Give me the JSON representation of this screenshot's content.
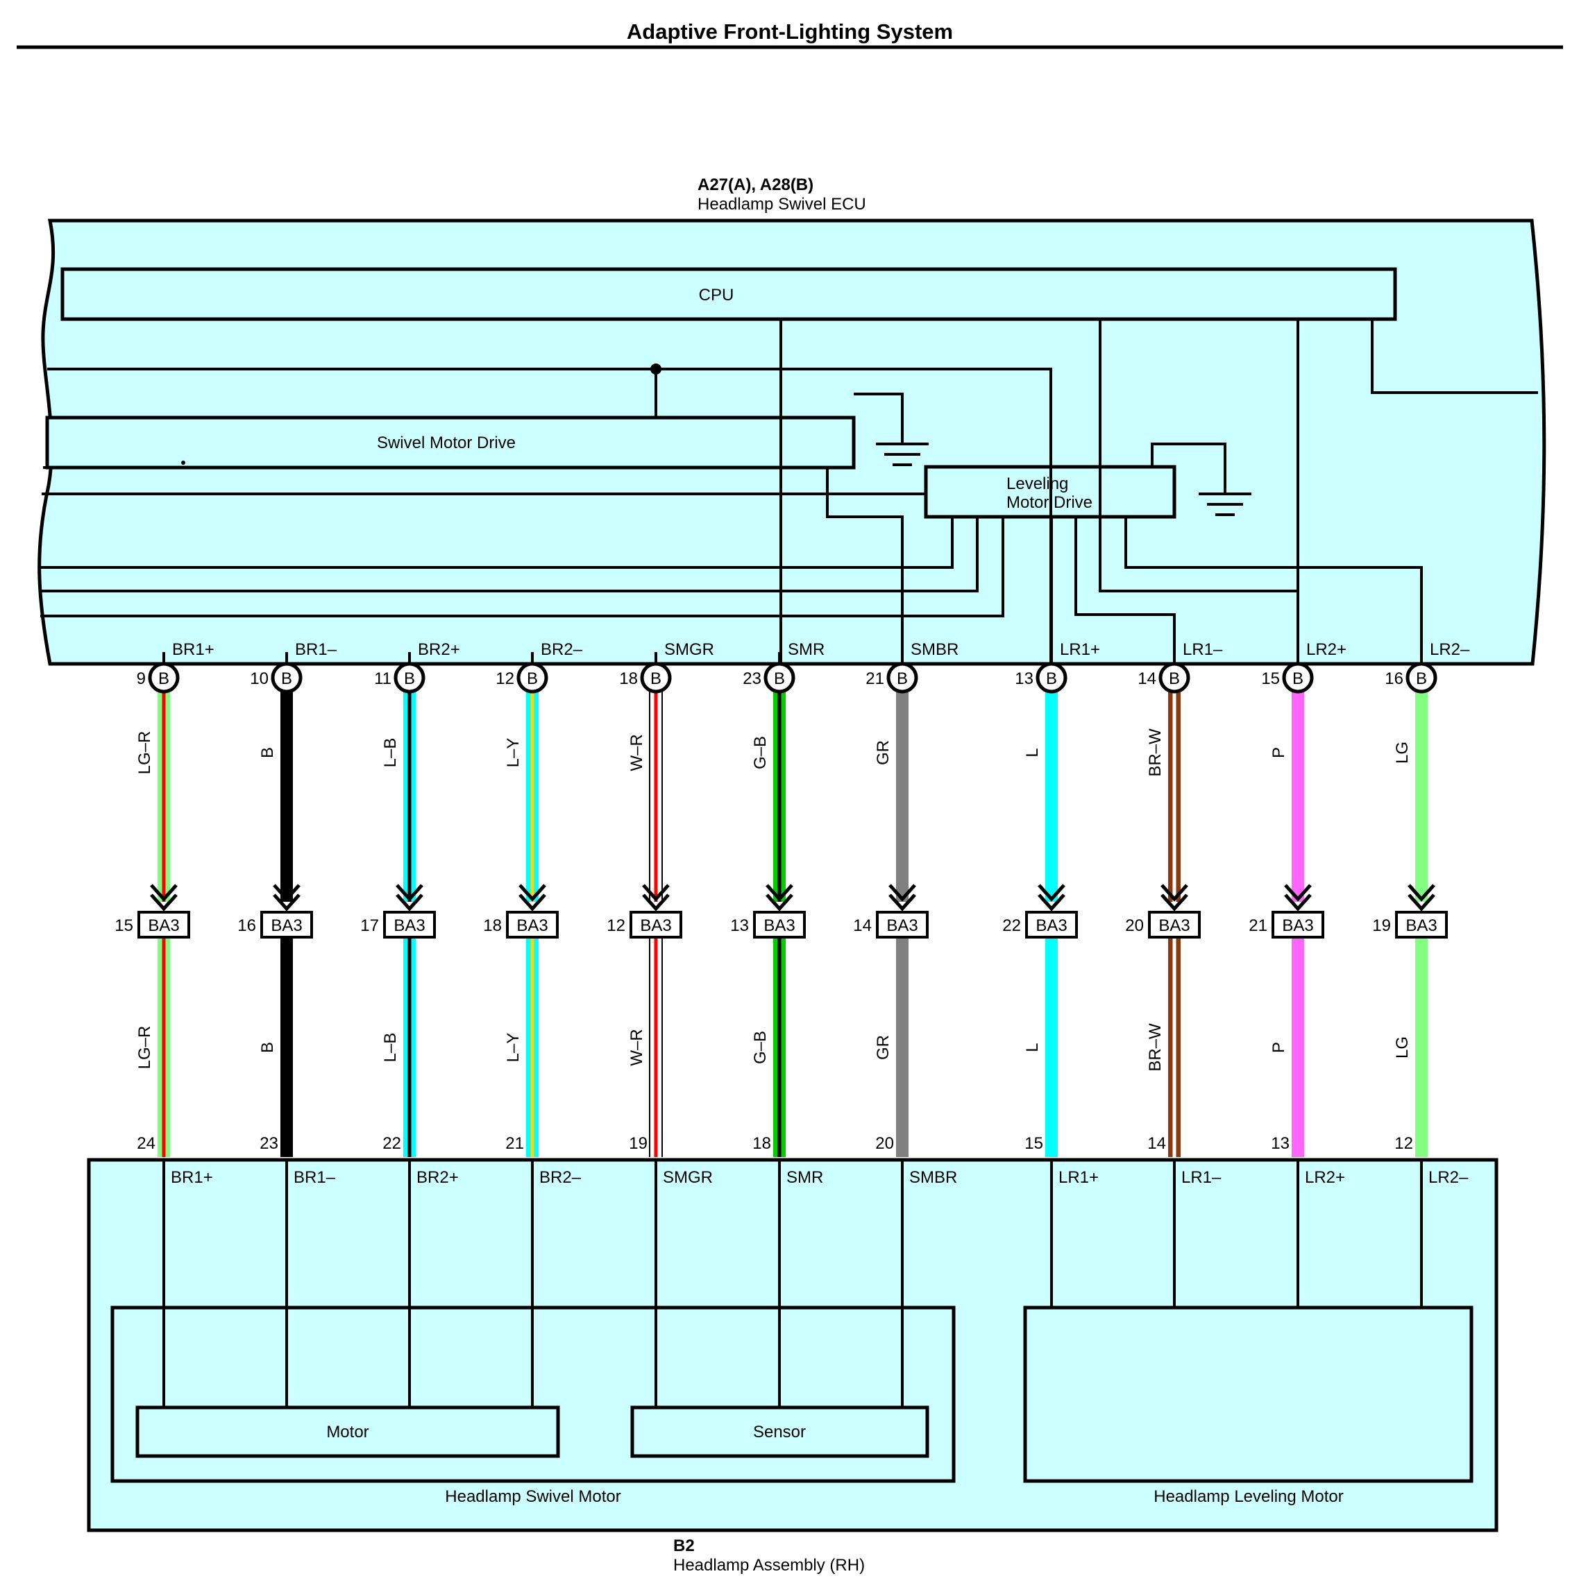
{
  "title": "Adaptive Front-Lighting System",
  "ecu": {
    "connector": "A27(A), A28(B)",
    "name": "Headlamp Swivel ECU",
    "cpu_label": "CPU",
    "swivel_drive_label": "Swivel Motor Drive",
    "leveling_drive_label_1": "Leveling",
    "leveling_drive_label_2": "Motor Drive"
  },
  "assembly": {
    "connector": "B2",
    "name": "Headlamp Assembly (RH)",
    "swivel_motor_label": "Headlamp Swivel Motor",
    "leveling_motor_label": "Headlamp Leveling Motor",
    "motor_label": "Motor",
    "sensor_label": "Sensor"
  },
  "junction": "BA3",
  "terminal_letter": "B",
  "colors": {
    "fill": "#ccffff",
    "LG": "#80ff80",
    "R": "#ff0000",
    "B": "#000000",
    "L": "#00ffff",
    "Y": "#ffd700",
    "W": "#ffffff",
    "G": "#00cc00",
    "GR": "#808080",
    "BR": "#8b3a0f",
    "P": "#ff66ff"
  },
  "wires": [
    {
      "signal": "BR1+",
      "ecu_pin": "9",
      "ba3_pin": "15",
      "b2_pin": "24",
      "color_code": "LG–R",
      "base": "LG",
      "stripe": "R"
    },
    {
      "signal": "BR1–",
      "ecu_pin": "10",
      "ba3_pin": "16",
      "b2_pin": "23",
      "color_code": "B",
      "base": "B",
      "stripe": ""
    },
    {
      "signal": "BR2+",
      "ecu_pin": "11",
      "ba3_pin": "17",
      "b2_pin": "22",
      "color_code": "L–B",
      "base": "L",
      "stripe": "B"
    },
    {
      "signal": "BR2–",
      "ecu_pin": "12",
      "ba3_pin": "18",
      "b2_pin": "21",
      "color_code": "L–Y",
      "base": "L",
      "stripe": "Y"
    },
    {
      "signal": "SMGR",
      "ecu_pin": "18",
      "ba3_pin": "12",
      "b2_pin": "19",
      "color_code": "W–R",
      "base": "W",
      "stripe": "R"
    },
    {
      "signal": "SMR",
      "ecu_pin": "23",
      "ba3_pin": "13",
      "b2_pin": "18",
      "color_code": "G–B",
      "base": "G",
      "stripe": "B"
    },
    {
      "signal": "SMBR",
      "ecu_pin": "21",
      "ba3_pin": "14",
      "b2_pin": "20",
      "color_code": "GR",
      "base": "GR",
      "stripe": ""
    },
    {
      "signal": "LR1+",
      "ecu_pin": "13",
      "ba3_pin": "22",
      "b2_pin": "15",
      "color_code": "L",
      "base": "L",
      "stripe": ""
    },
    {
      "signal": "LR1–",
      "ecu_pin": "14",
      "ba3_pin": "20",
      "b2_pin": "14",
      "color_code": "BR–W",
      "base": "BR",
      "stripe": "W"
    },
    {
      "signal": "LR2+",
      "ecu_pin": "15",
      "ba3_pin": "21",
      "b2_pin": "13",
      "color_code": "P",
      "base": "P",
      "stripe": ""
    },
    {
      "signal": "LR2–",
      "ecu_pin": "16",
      "ba3_pin": "19",
      "b2_pin": "12",
      "color_code": "LG",
      "base": "LG",
      "stripe": ""
    }
  ]
}
